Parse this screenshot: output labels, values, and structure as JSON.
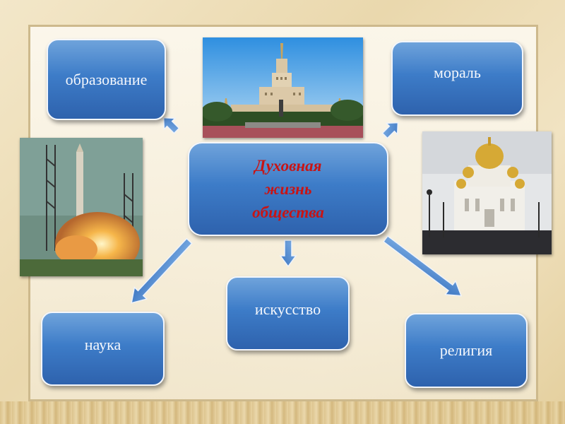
{
  "diagram": {
    "center": {
      "title": "Духовная\nжизнь\nобщества"
    },
    "nodes": {
      "education": "образование",
      "morality": "мораль",
      "science": "наука",
      "art": "искусство",
      "religion": "религия"
    }
  },
  "colors": {
    "box_top": "#6fa3db",
    "box_bottom": "#2e62ad",
    "center_text": "#c81414",
    "arrow": "#4a87cf",
    "background": "#f3e7c9"
  },
  "images": [
    {
      "subject": "university-building",
      "icon": "university-photo"
    },
    {
      "subject": "rocket-launch",
      "icon": "rocket-photo"
    },
    {
      "subject": "cathedral",
      "icon": "cathedral-photo"
    }
  ]
}
